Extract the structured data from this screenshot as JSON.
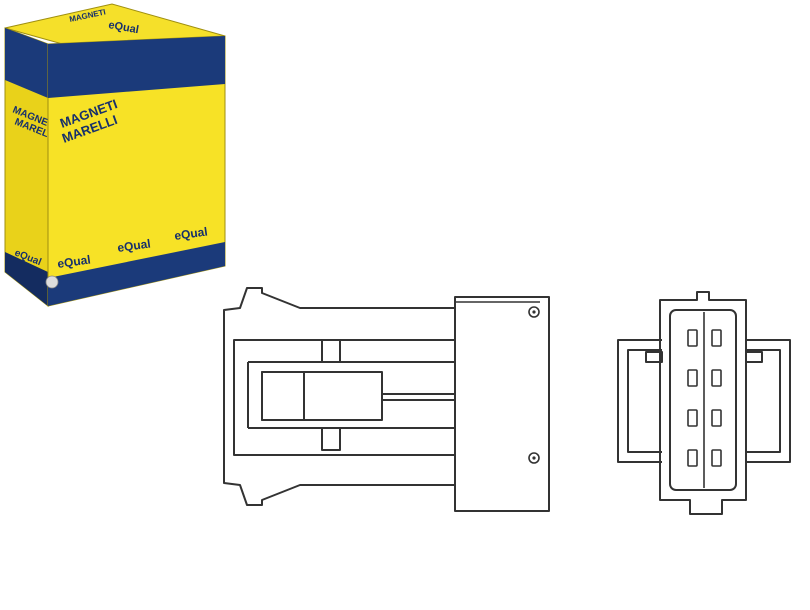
{
  "box": {
    "brand_logo_line1": "MAGNETI",
    "brand_logo_line2": "MARELLI",
    "top_label": "eQual",
    "front_labels": [
      "eQual",
      "eQual",
      "eQual"
    ],
    "side_label": "eQual",
    "colors": {
      "yellow": "#F7E226",
      "yellow_shade": "#E9D21A",
      "navy": "#1B3A7A",
      "navy_dark": "#142C60",
      "text": "#17306B"
    }
  },
  "drawing": {
    "stroke_color": "#333333",
    "views": [
      "connector-side-view",
      "connector-front-view"
    ]
  }
}
